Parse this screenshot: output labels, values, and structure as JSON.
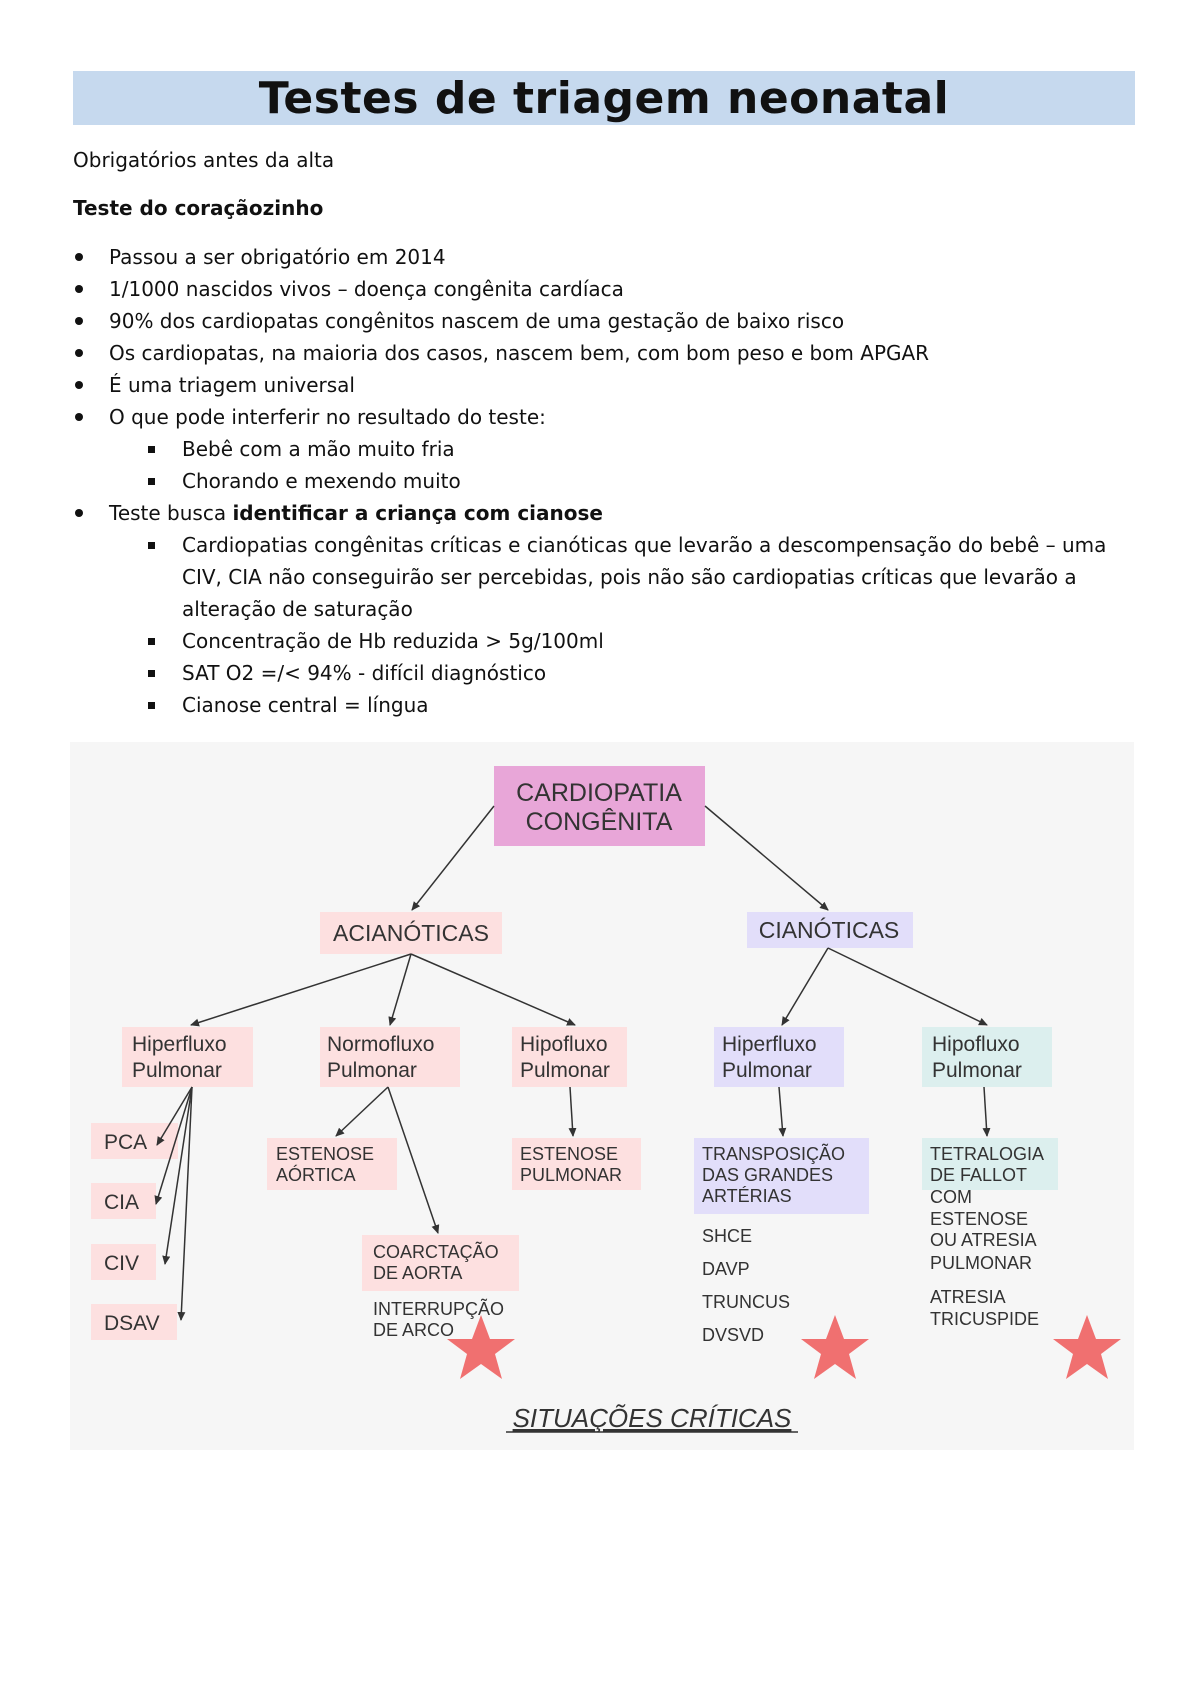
{
  "title": "Testes de triagem neonatal",
  "subtitle": "Obrigatórios antes da alta",
  "section_heading": "Teste do coraçãozinho",
  "bullets": {
    "b1": "Passou a ser obrigatório em 2014",
    "b2": "1/1000 nascidos vivos – doença congênita cardíaca",
    "b3": "90% dos cardiopatas congênitos nascem de uma gestação de baixo risco",
    "b4": "Os cardiopatas, na maioria dos casos, nascem bem, com bom peso e bom APGAR",
    "b5": "É uma triagem universal",
    "b6": "O que pode interferir no resultado do teste:",
    "b6_sub1": "Bebê com a mão muito fria",
    "b6_sub2": "Chorando e mexendo muito",
    "b7_prefix": "Teste busca ",
    "b7_bold": "identificar a criança com cianose",
    "b7_sub1": "Cardiopatias congênitas críticas e cianóticas que levarão a descompensação do bebê – uma CIV, CIA não conseguirão ser percebidas, pois não são cardiopatias críticas que levarão a alteração de saturação",
    "b7_sub2": "Concentração de Hb reduzida > 5g/100ml",
    "b7_sub3": "SAT O2 =/< 94% - difícil diagnóstico",
    "b7_sub4": "Cianose central = língua"
  },
  "diagram": {
    "root": [
      "CARDIOPATIA",
      "CONGÊNITA"
    ],
    "acianoticas": "ACIANÓTICAS",
    "cianoticas": "CIANÓTICAS",
    "aci_hiper": [
      "Hiperfluxo",
      "Pulmonar"
    ],
    "aci_normo": [
      "Normofluxo",
      "Pulmonar"
    ],
    "aci_hipo": [
      "Hipofluxo",
      "Pulmonar"
    ],
    "cia_hiper": [
      "Hiperfluxo",
      "Pulmonar"
    ],
    "cia_hipo": [
      "Hipofluxo",
      "Pulmonar"
    ],
    "pca": "PCA",
    "cia": "CIA",
    "civ": "CIV",
    "dsav": "DSAV",
    "estenose_aortica": [
      "ESTENOSE",
      "AÓRTICA"
    ],
    "coarctacao": [
      "COARCTAÇÃO",
      "DE AORTA"
    ],
    "interrupcao": [
      "INTERRUPÇÃO",
      "DE ARCO"
    ],
    "estenose_pulmonar": [
      "ESTENOSE",
      "PULMONAR"
    ],
    "transposicao": [
      "TRANSPOSIÇÃO",
      "DAS GRANDES",
      "ARTÉRIAS"
    ],
    "cia_hiper_list": [
      "SHCE",
      "DAVP",
      "TRUNCUS",
      "DVSVD"
    ],
    "tetralogia": [
      "TETRALOGIA",
      "DE FALLOT"
    ],
    "tetralogia_desc": [
      "COM",
      "ESTENOSE",
      "OU ATRESIA",
      "PULMONAR"
    ],
    "atresia": [
      "ATRESIA",
      "TRICUSPIDE"
    ],
    "footer": "SITUAÇÕES CRÍTICAS",
    "colors": {
      "pink_root": "#e8a6d8",
      "pink_light": "#fde0e0",
      "lavender": "#e2defa",
      "teal_light": "#dcefee",
      "star": "#f07070",
      "arrow": "#333333"
    }
  }
}
